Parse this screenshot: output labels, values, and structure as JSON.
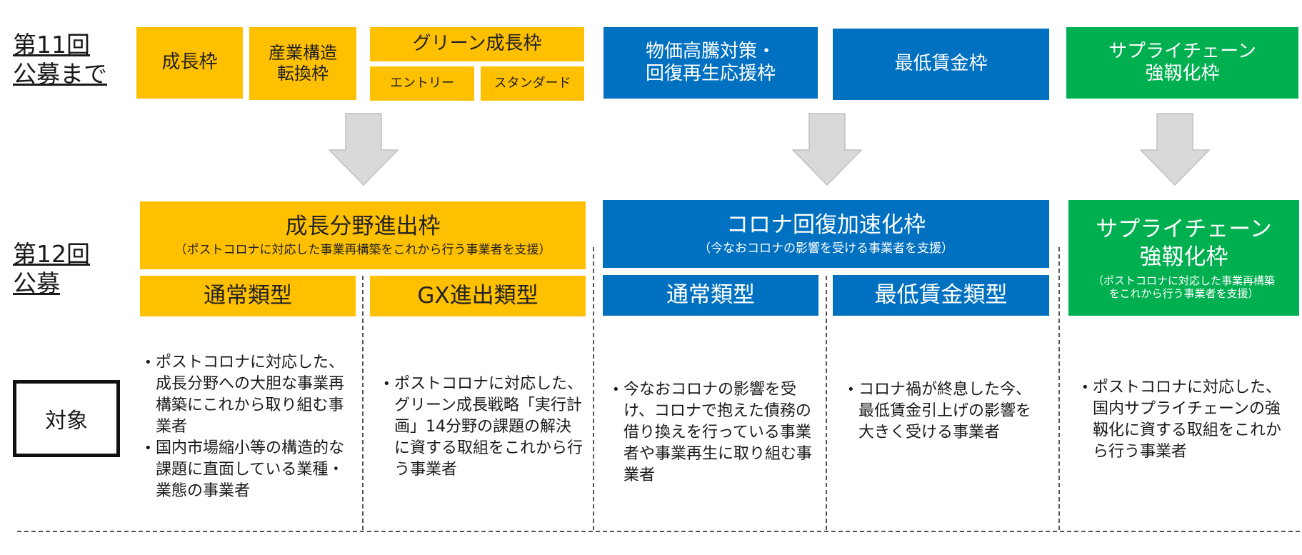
{
  "rounds": {
    "round11": "第11回\n公募まで",
    "round12": "第12回\n公募"
  },
  "top": {
    "seichou": "成長枠",
    "sangyou": "産業構造\n転換枠",
    "green": "グリーン成長枠",
    "entry": "エントリー",
    "standard": "スタンダード",
    "bukka": "物価高騰対策・\n回復再生応援枠",
    "saitei": "最低賃金枠",
    "supply": "サプライチェーン\n強靱化枠"
  },
  "middle": {
    "seichou_bunya_title": "成長分野進出枠",
    "seichou_bunya_sub": "（ポストコロナに対応した事業再構築をこれから行う事業者を支援）",
    "corona_title": "コロナ回復加速化枠",
    "corona_sub": "（今なおコロナの影響を受ける事業者を支援）",
    "supply_title": "サプライチェーン\n強靱化枠",
    "supply_sub": "（ポストコロナに対応した事業再構築\nをこれから行う事業者を支援）",
    "tsujou1": "通常類型",
    "gx": "GX進出類型",
    "tsujou2": "通常類型",
    "saitei_type": "最低賃金類型"
  },
  "target_label": "対象",
  "targets": {
    "col1": [
      "ポストコロナに対応した、成長分野への大胆な事業再構築にこれから取り組む事業者",
      "国内市場縮小等の構造的な課題に直面している業種・業態の事業者"
    ],
    "col2": [
      "ポストコロナに対応した、グリーン成長戦略「実行計画」14分野の課題の解決に資する取組をこれから行う事業者"
    ],
    "col3": [
      "今なおコロナの影響を受け、コロナで抱えた債務の借り換えを行っている事業者や事業再生に取り組む事業者"
    ],
    "col4": [
      "コロナ禍が終息した今、最低賃金引上げの影響を大きく受ける事業者"
    ],
    "col5": [
      "ポストコロナに対応した、国内サプライチェーンの強靱化に資する取組をこれから行う事業者"
    ]
  },
  "colors": {
    "yellow": "#FFC000",
    "blue": "#0070C0",
    "green": "#00B050",
    "arrow": "#D9D9D9"
  }
}
